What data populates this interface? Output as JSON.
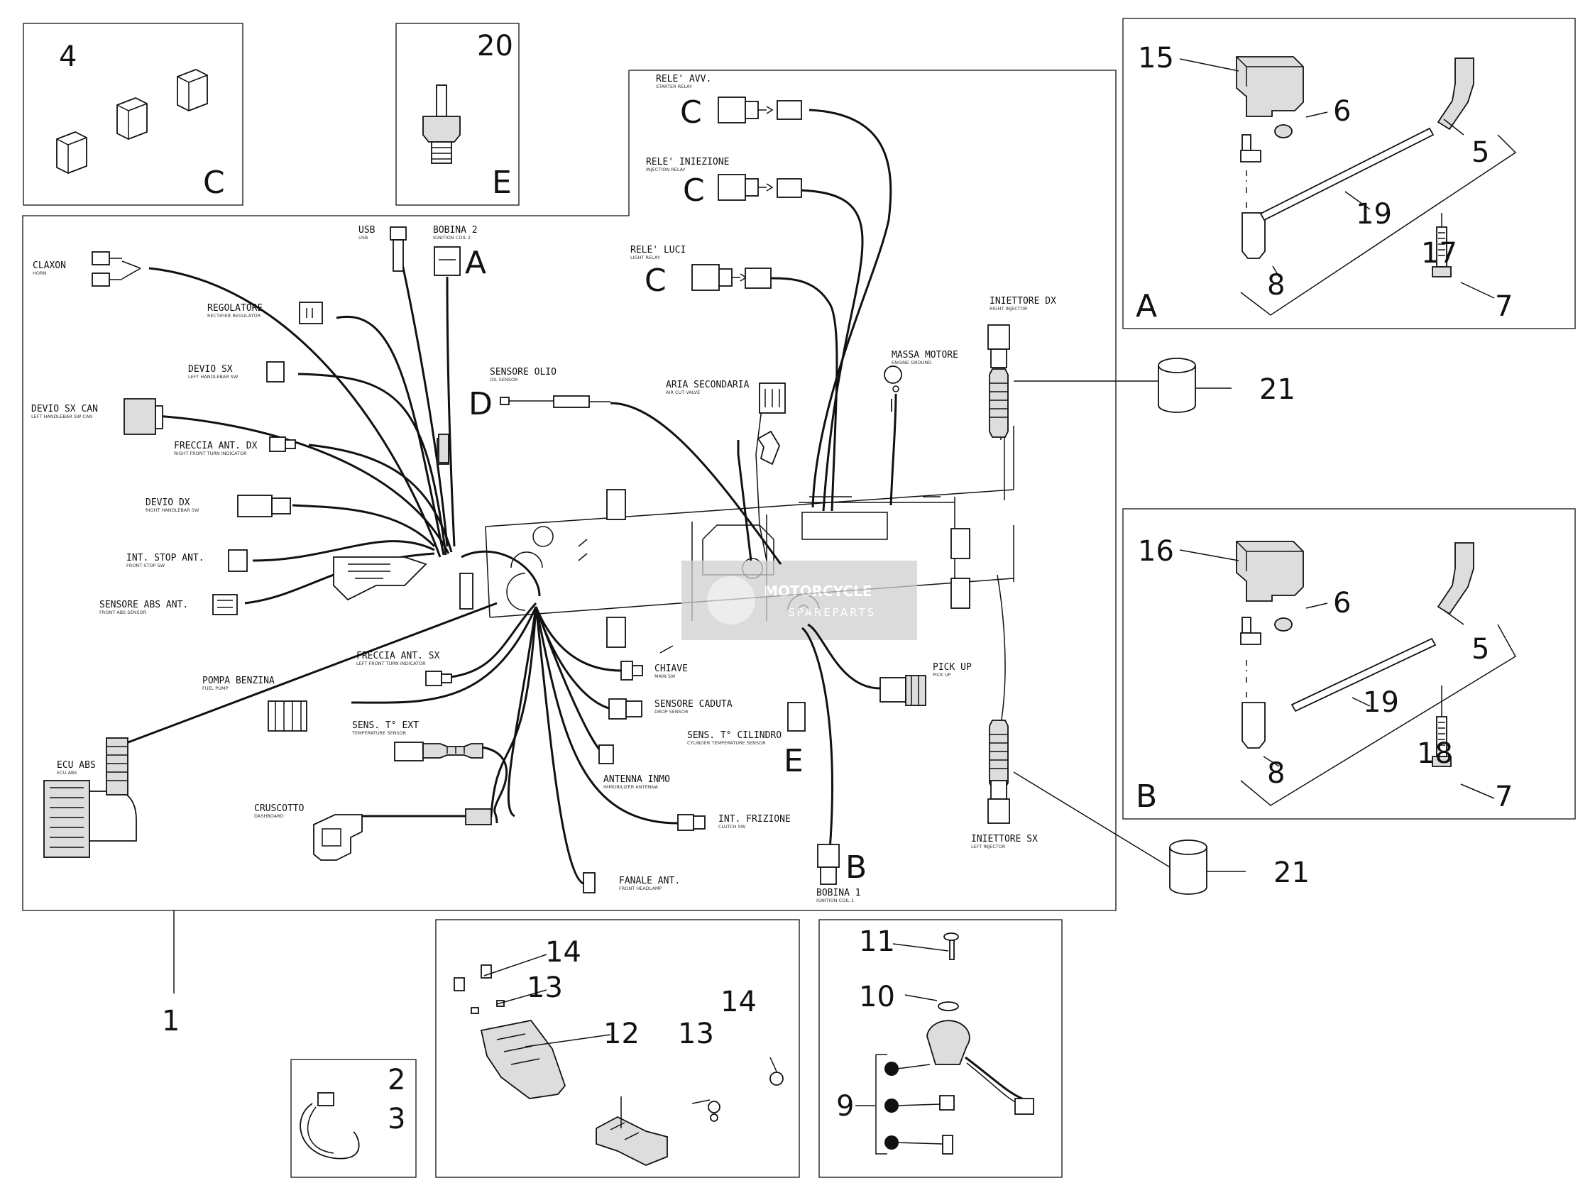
{
  "callouts": {
    "c1": "1",
    "c2": "2",
    "c3": "3",
    "c4": "4",
    "c5a": "5",
    "c5b": "5",
    "c6a": "6",
    "c6b": "6",
    "c7a": "7",
    "c7b": "7",
    "c8a": "8",
    "c8b": "8",
    "c9": "9",
    "c10": "10",
    "c11": "11",
    "c12": "12",
    "c13a": "13",
    "c13b": "13",
    "c14a": "14",
    "c14b": "14",
    "c15": "15",
    "c16": "16",
    "c17": "17",
    "c18": "18",
    "c19a": "19",
    "c19b": "19",
    "c20": "20",
    "c21a": "21",
    "c21b": "21"
  },
  "letters": {
    "box_c": "C",
    "box_e": "E",
    "box_a": "A",
    "box_b": "B",
    "coil2": "A",
    "coil1": "B",
    "oil": "D",
    "cyl": "E",
    "relay_start": "C",
    "relay_inj": "C",
    "relay_light": "C"
  },
  "labels": {
    "claxon": "CLAXON",
    "claxon_sub": "HORN",
    "usb": "USB",
    "usb_sub": "USB",
    "bobina2": "BOBINA 2",
    "bobina2_sub": "IGNITION COIL 2",
    "regolatore": "REGOLATORE",
    "regolatore_sub": "RECTIFIER REGULATOR",
    "devio_sx": "DEVIO SX",
    "devio_sx_sub": "LEFT HANDLEBAR SW",
    "devio_sx_can": "DEVIO SX CAN",
    "devio_sx_can_sub": "LEFT HANDLEBAR SW CAN",
    "freccia_dx": "FRECCIA ANT. DX",
    "freccia_dx_sub": "RIGHT FRONT TURN INDICATOR",
    "devio_dx": "DEVIO DX",
    "devio_dx_sub": "RIGHT HANDLEBAR SW",
    "int_stop": "INT. STOP ANT.",
    "int_stop_sub": "FRONT STOP SW",
    "abs_ant": "SENSORE ABS ANT.",
    "abs_ant_sub": "FRONT ABS SENSOR",
    "ecu_abs": "ECU ABS",
    "ecu_abs_sub": "ECU ABS",
    "pompa": "POMPA BENZINA",
    "pompa_sub": "FUEL PUMP",
    "freccia_sx": "FRECCIA ANT. SX",
    "freccia_sx_sub": "LEFT FRONT TURN INDICATOR",
    "sens_ext": "SENS. T° EXT",
    "sens_ext_sub": "TEMPERATURE SENSOR",
    "cruscotto": "CRUSCOTTO",
    "cruscotto_sub": "DASHBOARD",
    "chiave": "CHIAVE",
    "chiave_sub": "MAIN SW",
    "caduta": "SENSORE CADUTA",
    "caduta_sub": "DROP SENSOR",
    "antenna": "ANTENNA INMO",
    "antenna_sub": "IMMOBILIZER ANTENNA",
    "frizione": "INT. FRIZIONE",
    "frizione_sub": "CLUTCH SW",
    "fanale": "FANALE ANT.",
    "fanale_sub": "FRONT HEADLAMP",
    "rele_avv": "RELE' AVV.",
    "rele_avv_sub": "STARTER RELAY",
    "rele_inj": "RELE' INIEZIONE",
    "rele_inj_sub": "INJECTION RELAY",
    "rele_luci": "RELE' LUCI",
    "rele_luci_sub": "LIGHT RELAY",
    "sensore_olio": "SENSORE OLIO",
    "sensore_olio_sub": "OIL SENSOR",
    "aria": "ARIA SECONDARIA",
    "aria_sub": "AIR CUT VALVE",
    "massa": "MASSA MOTORE",
    "massa_sub": "ENGINE GROUND",
    "iniettore_dx": "INIETTORE DX",
    "iniettore_dx_sub": "RIGHT INJECTOR",
    "iniettore_sx": "INIETTORE SX",
    "iniettore_sx_sub": "LEFT INJECTOR",
    "pick_up": "PICK UP",
    "pick_up_sub": "PICK UP",
    "sens_cil": "SENS. T° CILINDRO",
    "sens_cil_sub": "CYLINDER TEMPERATURE SENSOR",
    "bobina1": "BOBINA 1",
    "bobina1_sub": "IGNITION COIL 1"
  },
  "watermark": {
    "line1": "MOTORCYCLE",
    "line2": "SPAREPARTS"
  }
}
